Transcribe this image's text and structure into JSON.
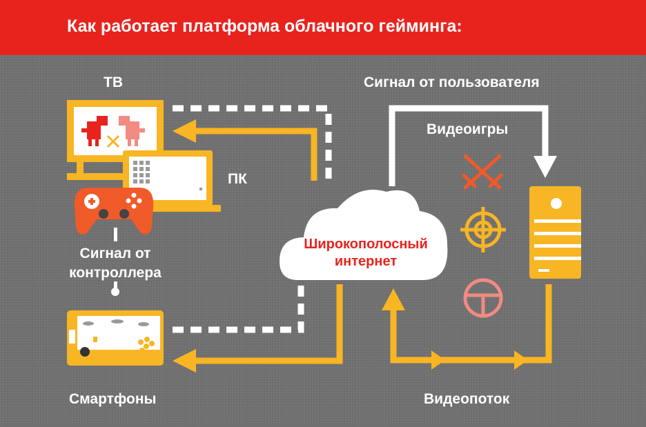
{
  "header": {
    "title": "Как работает платформа облачного гейминга:"
  },
  "labels": {
    "tv": "ТВ",
    "pc": "ПК",
    "controller_signal_line1": "Сигнал от",
    "controller_signal_line2": "контроллера",
    "smartphones": "Смартфоны",
    "user_signal": "Сигнал от пользователя",
    "videogames": "Видеоигры",
    "videostream": "Видеопоток"
  },
  "cloud": {
    "line1": "Широкополосный",
    "line2": "интернет"
  },
  "colors": {
    "header_bg": "#e8231e",
    "background": "#727272",
    "accent_yellow": "#f8b524",
    "accent_orange": "#f15a29",
    "accent_pink": "#f28b82",
    "cloud_text": "#e8231e",
    "text": "#ffffff"
  },
  "icons": [
    "tv-icon",
    "dino-icon",
    "laptop-icon",
    "gamepad-icon",
    "smartphone-icon",
    "cloud-icon",
    "crossed-swords-icon",
    "crosshair-icon",
    "steering-wheel-icon",
    "server-icon"
  ]
}
